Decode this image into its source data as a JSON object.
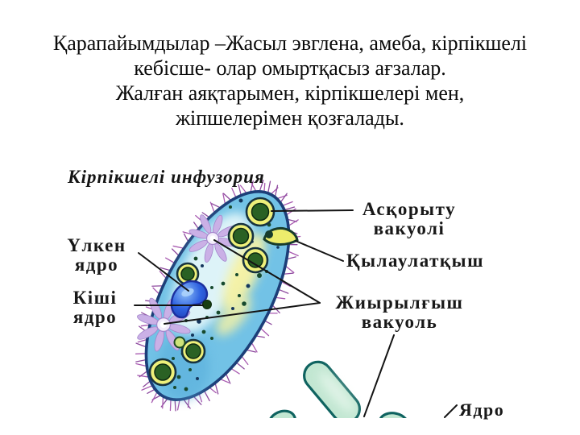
{
  "heading": {
    "lines": [
      "Қарапайымдылар –Жасыл эвглена, амеба, кірпікшелі",
      "кебісше- олар омыртқасыз ағзалар.",
      "Жалған аяқтарымен, кірпікшелері мен,",
      "жіпшелерімен қозғалады."
    ]
  },
  "diagram": {
    "title": "Кірпікшелі инфузория",
    "labels": {
      "digestive_vacuole": [
        "Асқорыту",
        "вакуолі"
      ],
      "oral_groove": [
        "Қылаулатқыш"
      ],
      "contractile_vacuole": [
        "Жиырылғыш",
        "вакуоль"
      ],
      "large_nucleus": [
        "Үлкен",
        "ядро"
      ],
      "small_nucleus": [
        "Кіші",
        "ядро"
      ],
      "nucleus": [
        "Ядро"
      ]
    }
  },
  "colors": {
    "cell_fill": "#72c2e6",
    "cell_outline": "#1c3e78",
    "cilia": "#a85ab0",
    "cilia_dark": "#8d4a9e",
    "vacuole_yellow": "#eef07a",
    "vacuole_green": "#2a6124",
    "nucleus_blue": "#2f62e0",
    "star": "#cab0e6",
    "star_edge": "#a487cc",
    "amoeba_fill": "#c2e7d2",
    "amoeba_outline": "#0f6360",
    "leader_line": "#141414"
  }
}
